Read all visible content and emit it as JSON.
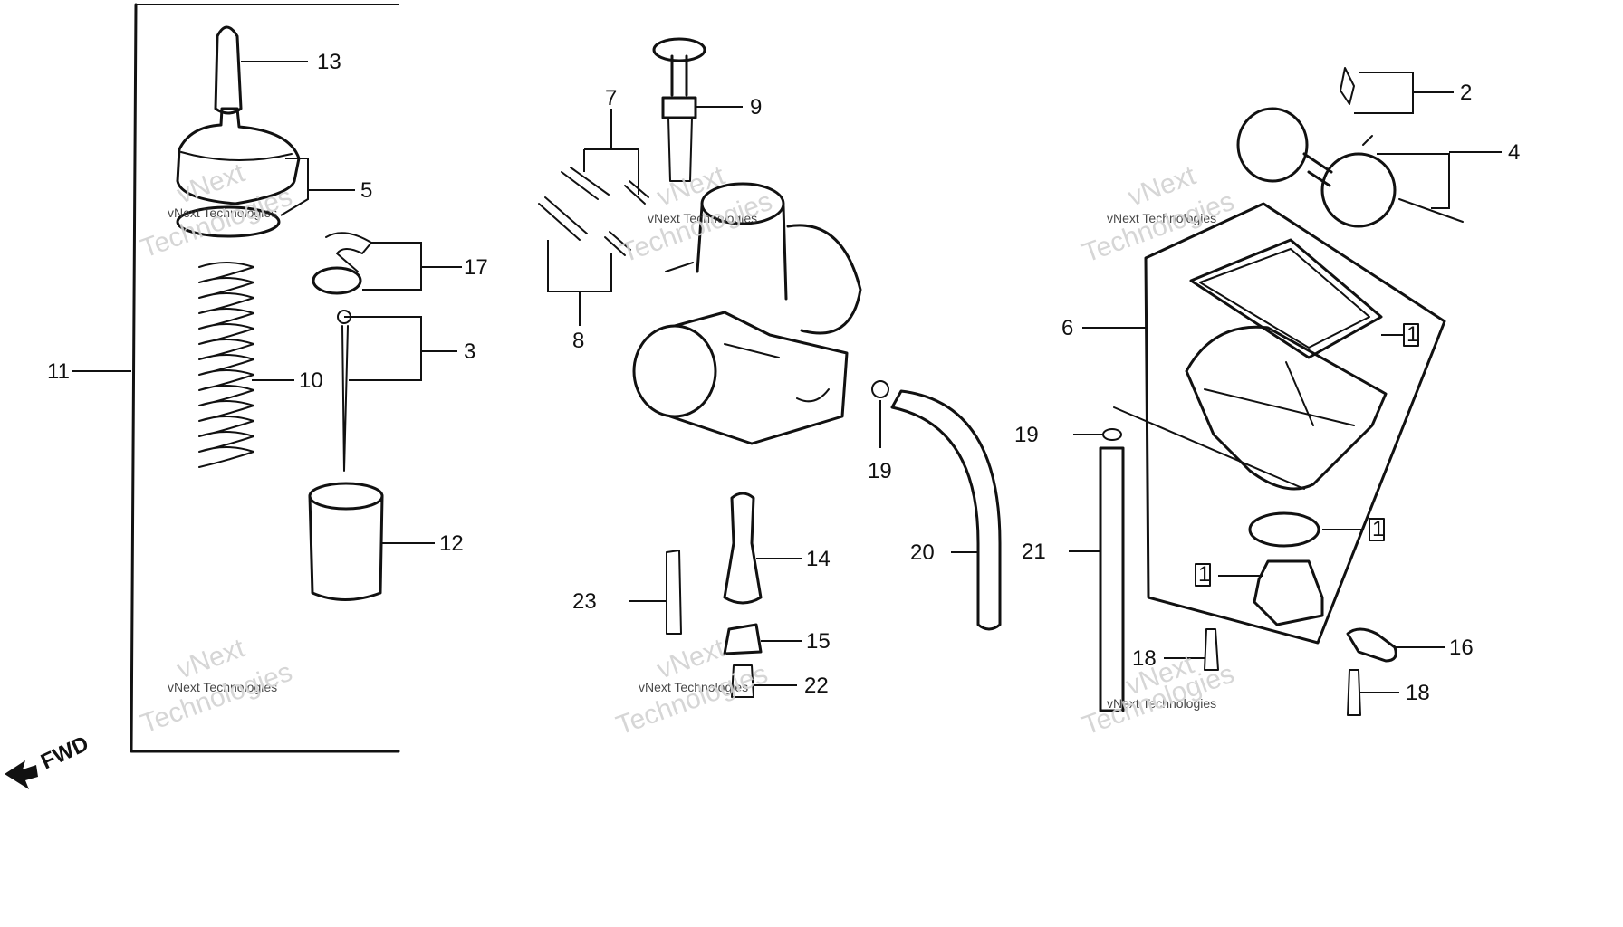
{
  "callouts": {
    "c1a": "1",
    "c1b": "1",
    "c1c": "1",
    "c2": "2",
    "c3": "3",
    "c4": "4",
    "c5": "5",
    "c6": "6",
    "c7": "7",
    "c8": "8",
    "c9": "9",
    "c10": "10",
    "c11": "11",
    "c12": "12",
    "c13": "13",
    "c14": "14",
    "c15": "15",
    "c16": "16",
    "c17": "17",
    "c18a": "18",
    "c18b": "18",
    "c19a": "19",
    "c19b": "19",
    "c20": "20",
    "c21": "21",
    "c22": "22",
    "c23": "23"
  },
  "direction": {
    "label": "FWD"
  },
  "watermark": {
    "line1": "vNext Technologies",
    "line2a": "vNext",
    "line2b": "Technologies"
  }
}
